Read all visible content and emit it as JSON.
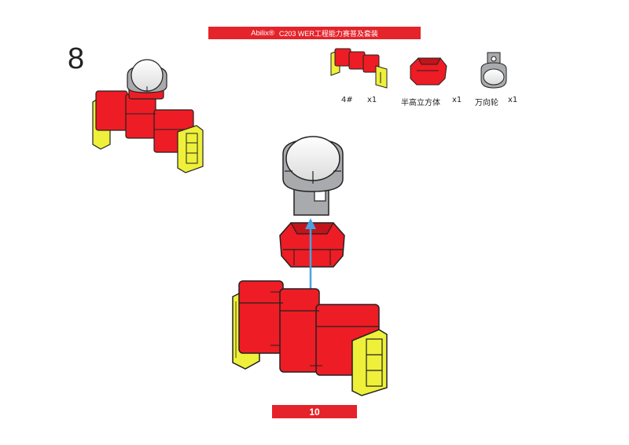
{
  "header": {
    "brand": "Abilix®",
    "title": "C203 WER工程能力赛普及套装"
  },
  "step": {
    "number": "8"
  },
  "parts": [
    {
      "label": "4#",
      "qty": "x1",
      "icon": "part-4-hash-icon"
    },
    {
      "label": "半高立方体",
      "qty": "x1",
      "icon": "half-height-cube-icon"
    },
    {
      "label": "万向轮",
      "qty": "x1",
      "icon": "universal-wheel-icon"
    }
  ],
  "footer": {
    "page_number": "10"
  },
  "colors": {
    "accent": "#e5232a",
    "brick_red": "#ee1c24",
    "yellow": "#eef03a",
    "gray": "#a9aaad",
    "arrow": "#4aa3df"
  }
}
